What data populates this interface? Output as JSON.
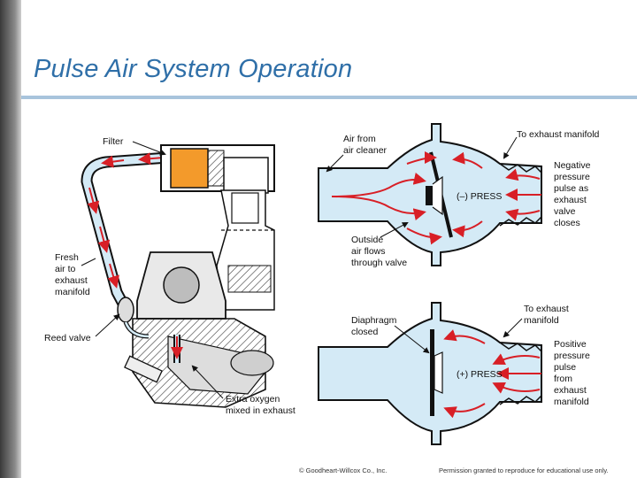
{
  "slide": {
    "title": "Pulse Air System Operation",
    "footer_copyright": "© Goodheart-Willcox Co., Inc.",
    "footer_permission": "Permission granted to reproduce for educational use only."
  },
  "left_diagram": {
    "labels": {
      "filter": "Filter",
      "fresh_air": [
        "Fresh",
        "air to",
        "exhaust",
        "manifold"
      ],
      "reed_valve": "Reed valve",
      "extra_oxygen": [
        "Extra oxygen",
        "mixed in exhaust"
      ]
    }
  },
  "top_valve": {
    "press_label": "(–) PRESS",
    "air_from": [
      "Air from",
      "air cleaner"
    ],
    "to_exhaust": "To exhaust manifold",
    "negative": [
      "Negative",
      "pressure",
      "pulse as",
      "exhaust",
      "valve",
      "closes"
    ],
    "outside_air": [
      "Outside",
      "air flows",
      "through valve"
    ]
  },
  "bottom_valve": {
    "press_label": "(+) PRESS",
    "diaphragm": [
      "Diaphragm",
      "closed"
    ],
    "to_exhaust": [
      "To exhaust",
      "manifold"
    ],
    "positive": [
      "Positive",
      "pressure",
      "pulse",
      "from",
      "exhaust",
      "manifold"
    ]
  },
  "colors": {
    "title": "#2f6fa8",
    "title_rule": "#a8c4dc",
    "fluid_fill": "#d4eaf6",
    "flow_arrow": "#d81f26",
    "filter_orange": "#f39a2b",
    "outline": "#111111"
  }
}
